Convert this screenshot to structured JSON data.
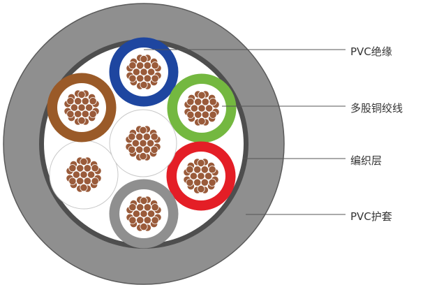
{
  "labels": {
    "insulation": "PVC绝缘",
    "conductor": "多股铜绞线",
    "braid": "编织层",
    "jacket": "PVC护套"
  },
  "colors": {
    "jacket": "#8f8f8f",
    "jacket_outline": "#5a5a5a",
    "braid": "#4e4e4e",
    "filler": "#ffffff",
    "copper": "#9a5b3a",
    "copper_stroke": "#ffffff",
    "leader_line": "#555555",
    "cores": [
      "#1e46a0",
      "#74b840",
      "#e41e26",
      "#8f8f8f",
      "#ffffff",
      "#9a5a28",
      "#ffffff"
    ]
  },
  "cores": [
    {
      "name": "blue-core",
      "color_index": 0
    },
    {
      "name": "green-core",
      "color_index": 1
    },
    {
      "name": "red-core",
      "color_index": 2
    },
    {
      "name": "gray-core",
      "color_index": 3
    },
    {
      "name": "white-core-left",
      "color_index": 4
    },
    {
      "name": "brown-core",
      "color_index": 5
    },
    {
      "name": "white-core-center",
      "color_index": 6
    }
  ]
}
